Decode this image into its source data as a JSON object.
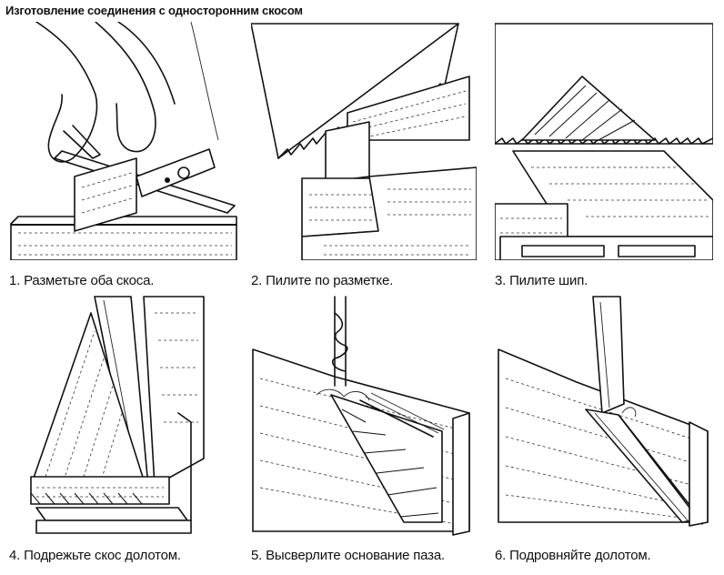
{
  "title": "Изготовление соединения с односторонним скосом",
  "steps": [
    {
      "caption": "1. Разметьте оба скоса."
    },
    {
      "caption": "2. Пилите по разметке."
    },
    {
      "caption": "3. Пилите шип."
    },
    {
      "caption": "4. Подрежьте скос долотом."
    },
    {
      "caption": "5. Высверлите основание паза."
    },
    {
      "caption": "6. Подровняйте долотом."
    }
  ]
}
